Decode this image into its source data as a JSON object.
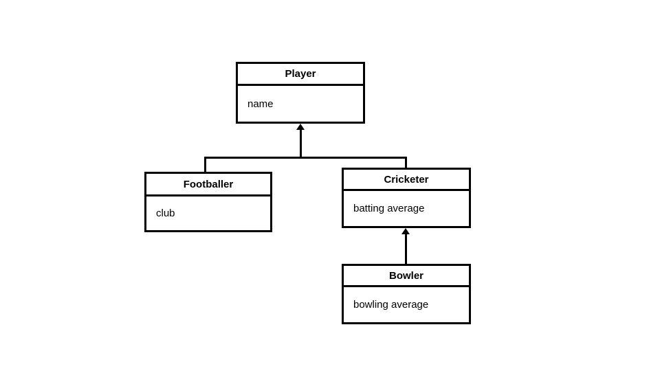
{
  "page": {
    "background_color": "#ffffff"
  },
  "diagram": {
    "type": "uml-class-diagram",
    "line_color": "#000000",
    "text_color": "#000000",
    "box_fill": "#ffffff",
    "classes": [
      {
        "name": "Player",
        "attributes": [
          "name"
        ]
      },
      {
        "name": "Footballer",
        "attributes": [
          "club"
        ]
      },
      {
        "name": "Cricketer",
        "attributes": [
          "batting average"
        ]
      },
      {
        "name": "Bowler",
        "attributes": [
          "bowling average"
        ]
      }
    ],
    "relationships": [
      {
        "type": "generalization",
        "from": "Footballer",
        "to": "Player"
      },
      {
        "type": "generalization",
        "from": "Cricketer",
        "to": "Player"
      },
      {
        "type": "generalization",
        "from": "Bowler",
        "to": "Cricketer"
      }
    ]
  }
}
